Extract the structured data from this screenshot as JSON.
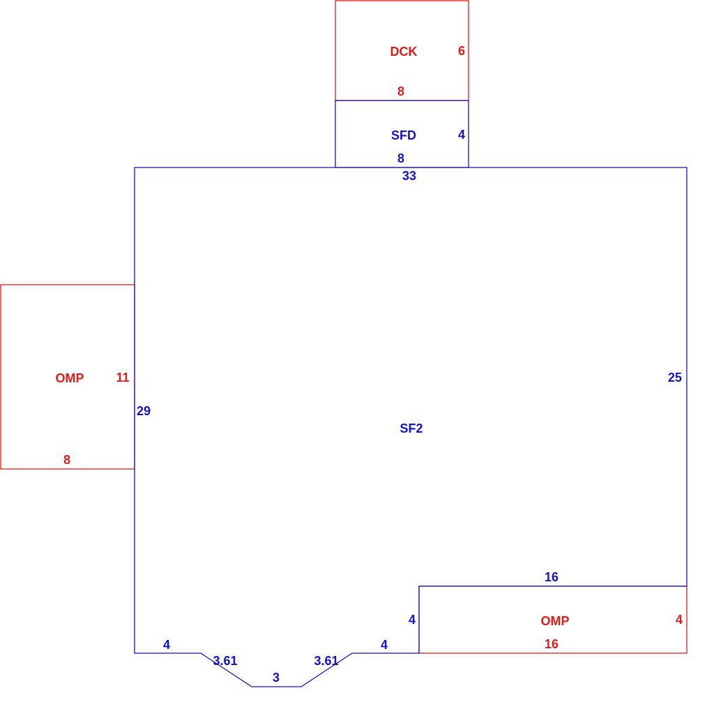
{
  "colors": {
    "living": "#1212c8",
    "porch": "#e31b1b",
    "background": "#ffffff"
  },
  "areas": {
    "dck": {
      "code": "DCK",
      "dims": [
        "6",
        "8"
      ]
    },
    "sfd": {
      "code": "SFD",
      "dims": [
        "4",
        "8"
      ]
    },
    "sf2": {
      "code": "SF2",
      "dims": [
        "33",
        "25",
        "16",
        "4",
        "4",
        "3.61",
        "3",
        "3.61",
        "4",
        "29"
      ]
    },
    "omp_left": {
      "code": "OMP",
      "dims": [
        "11",
        "8"
      ]
    },
    "omp_bottom": {
      "code": "OMP",
      "dims": [
        "16",
        "4",
        "16"
      ]
    }
  }
}
